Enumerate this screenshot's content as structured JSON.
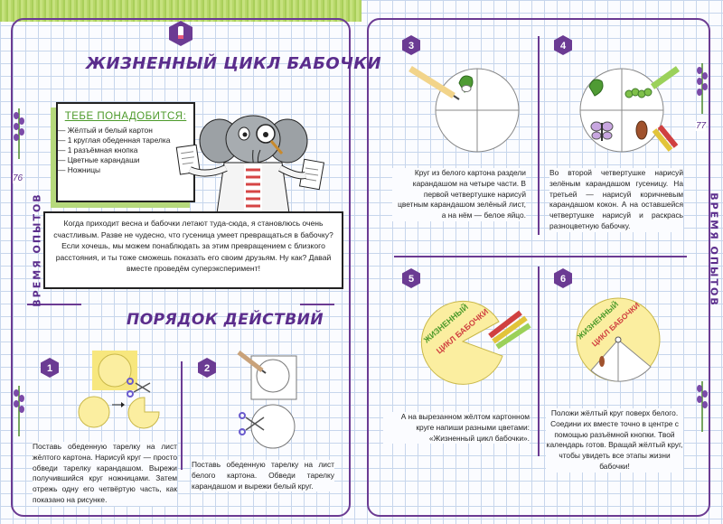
{
  "header": {
    "title": "ЖИЗНЕННЫЙ ЦИКЛ БАБОЧКИ",
    "steps_title": "ПОРЯДОК ДЕЙСТВИЙ"
  },
  "materials": {
    "heading": "ТЕБЕ ПОНАДОБИТСЯ:",
    "items": [
      "— Жёлтый и белый картон",
      "— 1 круглая обеденная тарелка",
      "— 1 разъёмная кнопка",
      "— Цветные карандаши",
      "— Ножницы"
    ]
  },
  "intro_text": "Когда приходит весна и бабочки летают туда-сюда, я становлюсь очень счастливым. Разве не чудесно, что гусеница умеет превращаться в бабочку? Если хочешь, мы можем понаблюдать за этим превращением с близкого расстояния, и ты тоже сможешь показать его своим друзьям. Ну как? Давай вместе проведём суперэксперимент!",
  "sidebar": {
    "left_label": "ВРЕМЯ ОПЫТОВ",
    "right_label": "ВРЕМЯ ОПЫТОВ",
    "left_page": "76",
    "right_page": "77"
  },
  "steps": [
    {
      "num": "1",
      "text": "Поставь обеденную тарелку на лист жёлтого картона. Нарисуй круг — просто обведи тарелку карандашом. Вырежи получившийся круг ножницами. Затем отрежь одну его четвёртую часть, как показано на рисунке."
    },
    {
      "num": "2",
      "text": "Поставь обеденную тарелку на лист белого картона. Обведи тарелку карандашом и вырежи белый круг."
    },
    {
      "num": "3",
      "text": "Круг из белого картона раздели карандашом на четыре части. В первой четвертушке нарисуй цветным карандашом зелёный лист, а на нём — белое яйцо."
    },
    {
      "num": "4",
      "text": "Во второй четвертушке нарисуй зелёным карандашом гусеницу. На третьей — нарисуй коричневым карандашом кокон. А на оставшейся четвертушке нарисуй и раскрась разноцветную бабочку."
    },
    {
      "num": "5",
      "text": "А на вырезанном жёлтом картонном круге напиши разными цветами: «Жизненный цикл бабочки»."
    },
    {
      "num": "6",
      "text": "Положи жёлтый круг поверх белого. Соедини их вместе точно в центре с помощью разъёмной кнопки. Твой календарь готов. Вращай жёлтый круг, чтобы увидеть все этапы жизни бабочки!"
    }
  ],
  "wheel_label": {
    "line1": "ЖИЗНЕННЫЙ",
    "line2": "ЦИКЛ БАБОЧКИ"
  },
  "colors": {
    "accent": "#5b2d8c",
    "green": "#a9cf5a",
    "yellow": "#fbeea0"
  }
}
